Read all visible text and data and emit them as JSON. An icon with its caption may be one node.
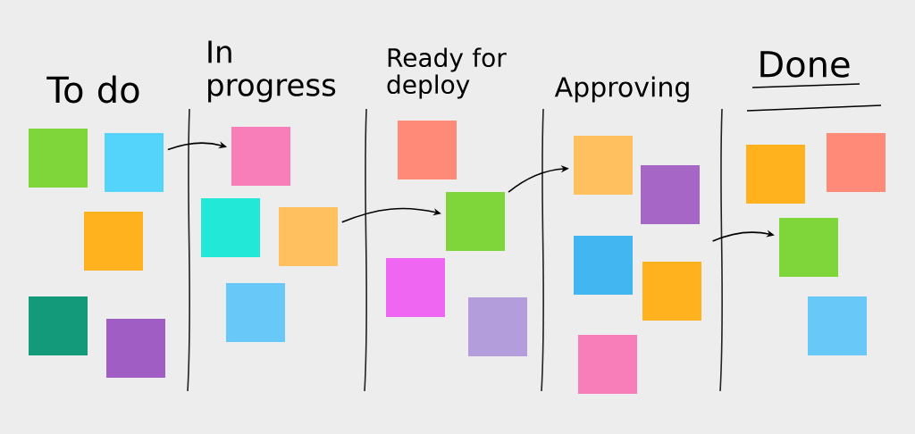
{
  "diagram": {
    "nodes": [
      {
        "text": [],
        "shape": "box"
      },
      {
        "text": [],
        "shape": "box"
      },
      {
        "text": [],
        "shape": "box"
      },
      {
        "text": [],
        "shape": "box"
      },
      {
        "text": [],
        "shape": "box"
      },
      {
        "text": [],
        "shape": "box"
      },
      {
        "text": [],
        "shape": "box"
      },
      {
        "text": [],
        "shape": "box"
      },
      {
        "text": [],
        "shape": "box"
      },
      {
        "text": [],
        "shape": "box"
      },
      {
        "text": [],
        "shape": "box"
      },
      {
        "text": [],
        "shape": "box"
      },
      {
        "text": [],
        "shape": "box"
      },
      {
        "text": [],
        "shape": "box"
      },
      {
        "text": [],
        "shape": "box"
      },
      {
        "text": [],
        "shape": "box"
      },
      {
        "text": [],
        "shape": "box"
      },
      {
        "text": [],
        "shape": "box"
      },
      {
        "text": [],
        "shape": "box"
      },
      {
        "text": [],
        "shape": "box"
      },
      {
        "text": [],
        "shape": "box"
      },
      {
        "text": [],
        "shape": "box"
      }
    ],
    "edges": [
      {
        "from": 1,
        "to": 5,
        "arrow": "to"
      },
      {
        "from": 7,
        "to": 10,
        "arrow": "to"
      },
      {
        "from": 10,
        "to": 13,
        "arrow": "to"
      },
      {
        "from": null,
        "to": 20,
        "arrow": "to"
      }
    ],
    "labels": [
      "To do",
      "In progress",
      "Ready for deploy",
      "Approving",
      "Done"
    ]
  }
}
